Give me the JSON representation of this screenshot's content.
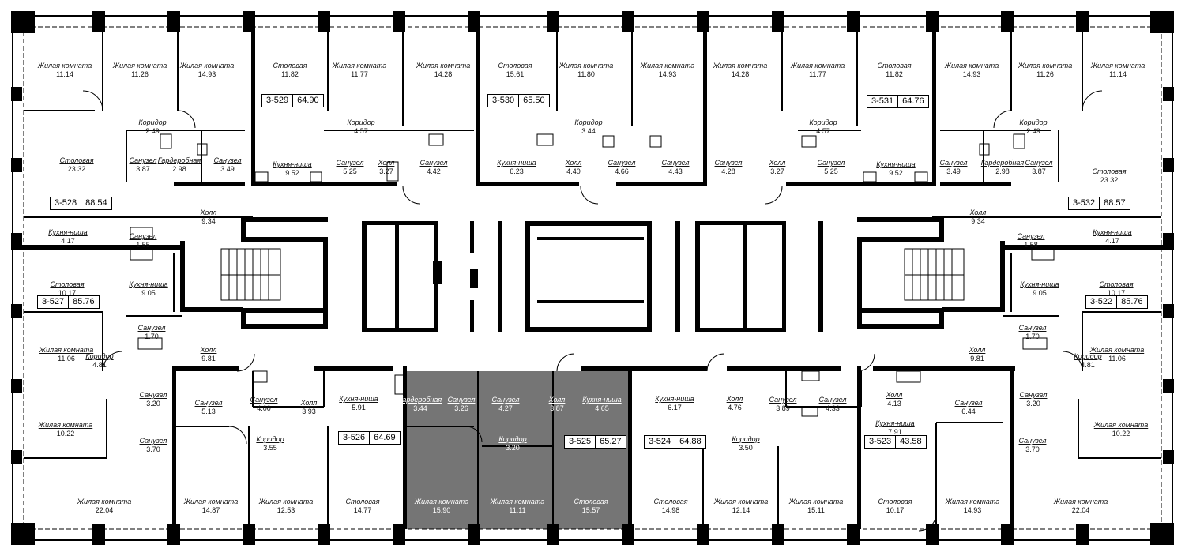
{
  "colors": {
    "wall": "#000000",
    "highlight": "#757575",
    "background": "#ffffff",
    "highlight_text": "#ffffff"
  },
  "apartments": [
    {
      "id": "3-528",
      "area": "88.54",
      "highlighted": false
    },
    {
      "id": "3-529",
      "area": "64.90",
      "highlighted": false
    },
    {
      "id": "3-530",
      "area": "65.50",
      "highlighted": false
    },
    {
      "id": "3-531",
      "area": "64.76",
      "highlighted": false
    },
    {
      "id": "3-532",
      "area": "88.57",
      "highlighted": false
    },
    {
      "id": "3-527",
      "area": "85.76",
      "highlighted": false
    },
    {
      "id": "3-522",
      "area": "85.76",
      "highlighted": false
    },
    {
      "id": "3-526",
      "area": "64.69",
      "highlighted": false
    },
    {
      "id": "3-525",
      "area": "65.27",
      "highlighted": true
    },
    {
      "id": "3-524",
      "area": "64.88",
      "highlighted": false
    },
    {
      "id": "3-523",
      "area": "43.58",
      "highlighted": false
    }
  ],
  "rooms": [
    {
      "name": "Жилая комната",
      "area": "11.14"
    },
    {
      "name": "Жилая комната",
      "area": "11.26"
    },
    {
      "name": "Жилая комната",
      "area": "14.93"
    },
    {
      "name": "Столовая",
      "area": "11.82"
    },
    {
      "name": "Жилая комната",
      "area": "11.77"
    },
    {
      "name": "Жилая комната",
      "area": "14.28"
    },
    {
      "name": "Столовая",
      "area": "15.61"
    },
    {
      "name": "Жилая комната",
      "area": "11.80"
    },
    {
      "name": "Жилая комната",
      "area": "14.93"
    },
    {
      "name": "Жилая комната",
      "area": "14.28"
    },
    {
      "name": "Жилая комната",
      "area": "11.77"
    },
    {
      "name": "Столовая",
      "area": "11.82"
    },
    {
      "name": "Жилая комната",
      "area": "14.93"
    },
    {
      "name": "Жилая комната",
      "area": "11.26"
    },
    {
      "name": "Жилая комната",
      "area": "11.14"
    },
    {
      "name": "Коридор",
      "area": "2.49"
    },
    {
      "name": "Коридор",
      "area": "4.57"
    },
    {
      "name": "Коридор",
      "area": "3.44"
    },
    {
      "name": "Коридор",
      "area": "4.57"
    },
    {
      "name": "Коридор",
      "area": "2.49"
    },
    {
      "name": "Столовая",
      "area": "23.32"
    },
    {
      "name": "Санузел",
      "area": "3.87"
    },
    {
      "name": "Гардеробная",
      "area": "2.98"
    },
    {
      "name": "Санузел",
      "area": "3.49"
    },
    {
      "name": "Кухня-ниша",
      "area": "9.52"
    },
    {
      "name": "Санузел",
      "area": "5.25"
    },
    {
      "name": "Холл",
      "area": "3.27"
    },
    {
      "name": "Санузел",
      "area": "4.42"
    },
    {
      "name": "Кухня-ниша",
      "area": "6.23"
    },
    {
      "name": "Холл",
      "area": "4.40"
    },
    {
      "name": "Санузел",
      "area": "4.66"
    },
    {
      "name": "Санузел",
      "area": "4.43"
    },
    {
      "name": "Санузел",
      "area": "4.28"
    },
    {
      "name": "Холл",
      "area": "3.27"
    },
    {
      "name": "Санузел",
      "area": "5.25"
    },
    {
      "name": "Кухня-ниша",
      "area": "9.52"
    },
    {
      "name": "Санузел",
      "area": "3.49"
    },
    {
      "name": "Гардеробная",
      "area": "2.98"
    },
    {
      "name": "Санузел",
      "area": "3.87"
    },
    {
      "name": "Столовая",
      "area": "23.32"
    },
    {
      "name": "Холл",
      "area": "9.34"
    },
    {
      "name": "Холл",
      "area": "9.34"
    },
    {
      "name": "Кухня-ниша",
      "area": "4.17"
    },
    {
      "name": "Санузел",
      "area": "1.55"
    },
    {
      "name": "Санузел",
      "area": "1.58"
    },
    {
      "name": "Кухня-ниша",
      "area": "4.17"
    },
    {
      "name": "Столовая",
      "area": "10.17"
    },
    {
      "name": "Кухня-ниша",
      "area": "9.05"
    },
    {
      "name": "Кухня-ниша",
      "area": "9.05"
    },
    {
      "name": "Столовая",
      "area": "10.17"
    },
    {
      "name": "Санузел",
      "area": "1.70"
    },
    {
      "name": "Санузел",
      "area": "1.70"
    },
    {
      "name": "Жилая комната",
      "area": "11.06"
    },
    {
      "name": "Холл",
      "area": "9.81"
    },
    {
      "name": "Коридор",
      "area": "4.81"
    },
    {
      "name": "Холл",
      "area": "9.81"
    },
    {
      "name": "Коридор",
      "area": "4.81"
    },
    {
      "name": "Жилая комната",
      "area": "11.06"
    },
    {
      "name": "Санузел",
      "area": "3.20"
    },
    {
      "name": "Санузел",
      "area": "5.13"
    },
    {
      "name": "Санузел",
      "area": "4.00"
    },
    {
      "name": "Холл",
      "area": "3.93"
    },
    {
      "name": "Кухня-ниша",
      "area": "5.91"
    },
    {
      "name": "Гардеробная",
      "area": "3.44"
    },
    {
      "name": "Санузел",
      "area": "3.26"
    },
    {
      "name": "Санузел",
      "area": "4.27"
    },
    {
      "name": "Холл",
      "area": "3.87"
    },
    {
      "name": "Кухня-ниша",
      "area": "4.65"
    },
    {
      "name": "Кухня-ниша",
      "area": "6.17"
    },
    {
      "name": "Холл",
      "area": "4.76"
    },
    {
      "name": "Санузел",
      "area": "3.89"
    },
    {
      "name": "Санузел",
      "area": "4.33"
    },
    {
      "name": "Холл",
      "area": "4.13"
    },
    {
      "name": "Санузел",
      "area": "6.44"
    },
    {
      "name": "Санузел",
      "area": "3.20"
    },
    {
      "name": "Жилая комната",
      "area": "10.22"
    },
    {
      "name": "Санузел",
      "area": "3.70"
    },
    {
      "name": "Коридор",
      "area": "3.55"
    },
    {
      "name": "Коридор",
      "area": "3.20"
    },
    {
      "name": "Коридор",
      "area": "3.50"
    },
    {
      "name": "Кухня-ниша",
      "area": "7.91"
    },
    {
      "name": "Жилая комната",
      "area": "10.22"
    },
    {
      "name": "Санузел",
      "area": "3.70"
    },
    {
      "name": "Жилая комната",
      "area": "22.04"
    },
    {
      "name": "Жилая комната",
      "area": "14.87"
    },
    {
      "name": "Жилая комната",
      "area": "12.53"
    },
    {
      "name": "Столовая",
      "area": "14.77"
    },
    {
      "name": "Жилая комната",
      "area": "15.90"
    },
    {
      "name": "Жилая комната",
      "area": "11.11"
    },
    {
      "name": "Столовая",
      "area": "15.57"
    },
    {
      "name": "Столовая",
      "area": "14.98"
    },
    {
      "name": "Жилая комната",
      "area": "12.14"
    },
    {
      "name": "Жилая комната",
      "area": "15.11"
    },
    {
      "name": "Столовая",
      "area": "10.17"
    },
    {
      "name": "Жилая комната",
      "area": "14.93"
    },
    {
      "name": "Жилая комната",
      "area": "22.04"
    }
  ]
}
